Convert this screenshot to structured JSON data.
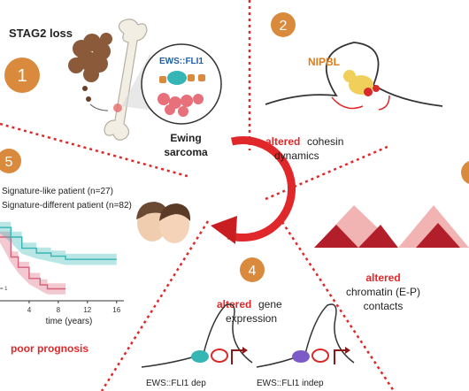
{
  "panel1": {
    "number": "1",
    "title": "STAG2 loss",
    "fusion": "EWS::FLI1",
    "tumor_line1": "Ewing",
    "tumor_line2": "sarcoma"
  },
  "panel2": {
    "number": "2",
    "protein": "NIPBL",
    "altered": "altered",
    "line1_rest": "cohesin",
    "line2": "dynamics"
  },
  "panel3": {
    "altered": "altered",
    "line2": "chromatin (E-P)",
    "line3": "contacts"
  },
  "panel4": {
    "number": "4",
    "altered": "altered",
    "line1_rest": "gene",
    "line2": "expression",
    "label_dep": "EWS::FLI1 dep",
    "label_indep": "EWS::FLI1 indep"
  },
  "panel5": {
    "number": "5",
    "legend_1": "Signature-like patient (n=27)",
    "legend_2": "Signature-different patient (n=82)",
    "x_axis_title": "time (years)",
    "x_ticks": [
      "4",
      "8",
      "12",
      "16"
    ],
    "y_tick_partial": "= 1",
    "conclusion": "poor prognosis"
  },
  "colors": {
    "accent_red": "#e0282a",
    "orange_circle": "#d98a3c",
    "teal": "#35b6b4",
    "pink": "#d9607a",
    "triangle_light": "#f0a0a0",
    "triangle_dark": "#b21e2a"
  },
  "chart_data": {
    "type": "line",
    "xlabel": "time (years)",
    "x_ticks": [
      4,
      8,
      12,
      16
    ],
    "series": [
      {
        "name": "Signature-like patient (n=27)",
        "color": "#d9607a",
        "x": [
          0,
          1.5,
          2.5,
          4,
          5.5,
          6.5,
          9
        ],
        "y": [
          0.8,
          0.55,
          0.42,
          0.28,
          0.2,
          0.15,
          0.15
        ]
      },
      {
        "name": "Signature-different patient (n=82)",
        "color": "#35b6b4",
        "x": [
          0,
          1.5,
          3,
          5,
          7,
          9,
          16
        ],
        "y": [
          0.92,
          0.8,
          0.66,
          0.6,
          0.56,
          0.52,
          0.52
        ]
      }
    ]
  }
}
